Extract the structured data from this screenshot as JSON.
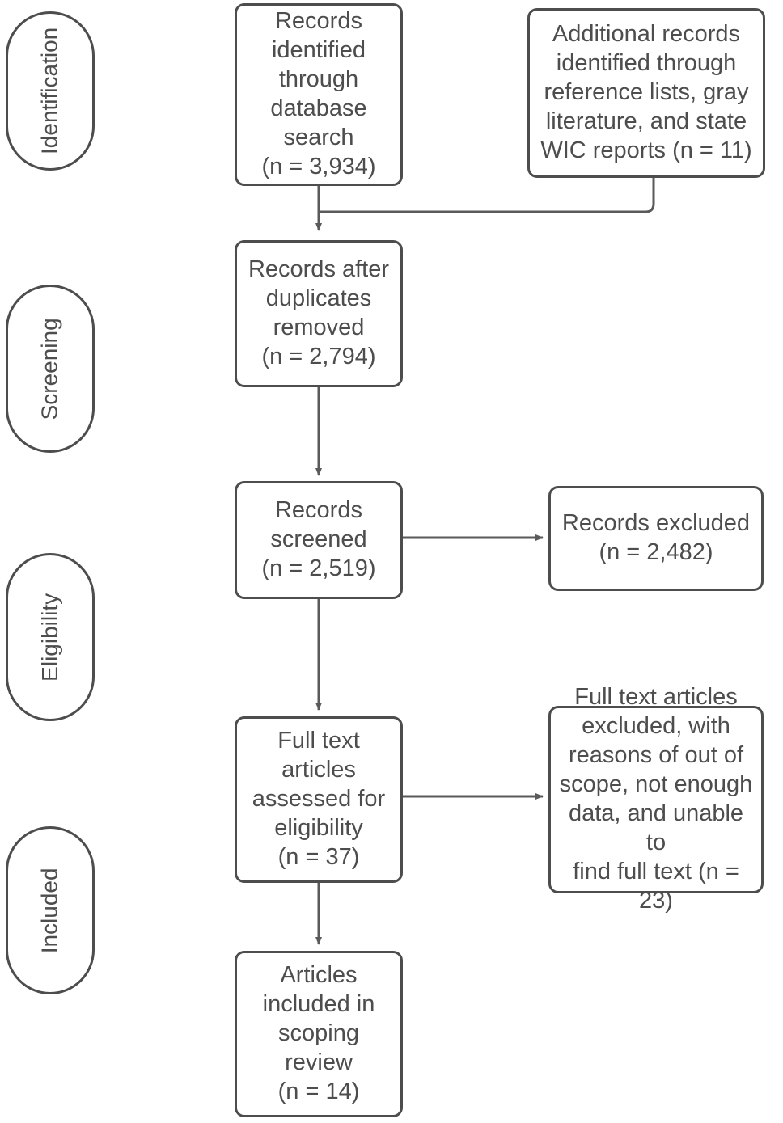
{
  "diagram": {
    "type": "prisma-flow-diagram",
    "title": "",
    "colors": {
      "stroke": "#4d4d4d",
      "text": "#4d4d4d",
      "background": "#ffffff"
    }
  },
  "stages": [
    {
      "id": "identification",
      "label": "Identification"
    },
    {
      "id": "screening",
      "label": "Screening"
    },
    {
      "id": "eligibility",
      "label": "Eligibility"
    },
    {
      "id": "included",
      "label": "Included"
    }
  ],
  "nodes": {
    "records_identified": {
      "label": "Records\nidentified\nthrough\ndatabase\nsearch\n(n = 3,934)",
      "count": 3934
    },
    "additional_records": {
      "label": "Additional records\nidentified through\nreference lists, gray\nliterature, and state\nWIC reports (n = 11)",
      "count": 11
    },
    "after_duplicates": {
      "label": "Records after\nduplicates\nremoved\n(n = 2,794)",
      "count": 2794
    },
    "records_screened": {
      "label": "Records\nscreened\n(n = 2,519)",
      "count": 2519
    },
    "records_excluded": {
      "label": "Records excluded\n(n = 2,482)",
      "count": 2482
    },
    "full_text_assessed": {
      "label": "Full text\narticles\nassessed for\neligibility\n(n = 37)",
      "count": 37
    },
    "full_text_excluded": {
      "label": "Full text articles\nexcluded, with\nreasons of out of\nscope, not enough\ndata, and unable to\nfind full text (n = 23)",
      "count": 23
    },
    "articles_included": {
      "label": "Articles\nincluded in\nscoping review\n(n = 14)",
      "count": 14
    }
  },
  "connectors": [
    {
      "id": "identified-to-duplicates",
      "from": "records_identified",
      "to": "after_duplicates",
      "direction": "down"
    },
    {
      "id": "additional-to-duplicates",
      "from": "additional_records",
      "to": "after_duplicates",
      "direction": "elbow-left-down"
    },
    {
      "id": "duplicates-to-screened",
      "from": "after_duplicates",
      "to": "records_screened",
      "direction": "down"
    },
    {
      "id": "screened-to-excluded",
      "from": "records_screened",
      "to": "records_excluded",
      "direction": "right"
    },
    {
      "id": "screened-to-fulltext",
      "from": "records_screened",
      "to": "full_text_assessed",
      "direction": "down"
    },
    {
      "id": "fulltext-to-excluded",
      "from": "full_text_assessed",
      "to": "full_text_excluded",
      "direction": "right"
    },
    {
      "id": "fulltext-to-included",
      "from": "full_text_assessed",
      "to": "articles_included",
      "direction": "down"
    }
  ]
}
